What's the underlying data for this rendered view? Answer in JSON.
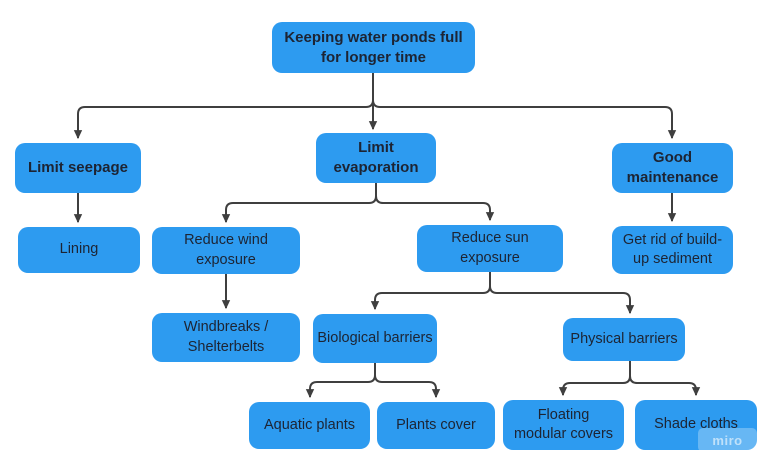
{
  "diagram": {
    "type": "flowchart",
    "root": {
      "label": "Keeping water ponds full for longer time",
      "children": [
        {
          "label": "Limit seepage",
          "children": [
            {
              "label": "Lining"
            }
          ]
        },
        {
          "label": "Limit evaporation",
          "children": [
            {
              "label": "Reduce wind exposure",
              "children": [
                {
                  "label": "Windbreaks / Shelterbelts"
                }
              ]
            },
            {
              "label": "Reduce sun exposure",
              "children": [
                {
                  "label": "Biological barriers",
                  "children": [
                    {
                      "label": "Aquatic plants"
                    },
                    {
                      "label": "Plants cover"
                    }
                  ]
                },
                {
                  "label": "Physical barriers",
                  "children": [
                    {
                      "label": "Floating modular covers"
                    },
                    {
                      "label": "Shade cloths"
                    }
                  ]
                }
              ]
            }
          ]
        },
        {
          "label": "Good maintenance",
          "children": [
            {
              "label": "Get rid of build-up sediment"
            }
          ]
        }
      ]
    }
  },
  "watermark": {
    "label": "miro"
  },
  "colors": {
    "node-fill": "#2D9BF0",
    "node-text": "#1d2433",
    "connector": "#3f3f3f",
    "background": "#ffffff",
    "watermark-chip": "rgba(255,255,255,0.28)",
    "watermark-text": "rgba(255,255,255,0.58)"
  }
}
